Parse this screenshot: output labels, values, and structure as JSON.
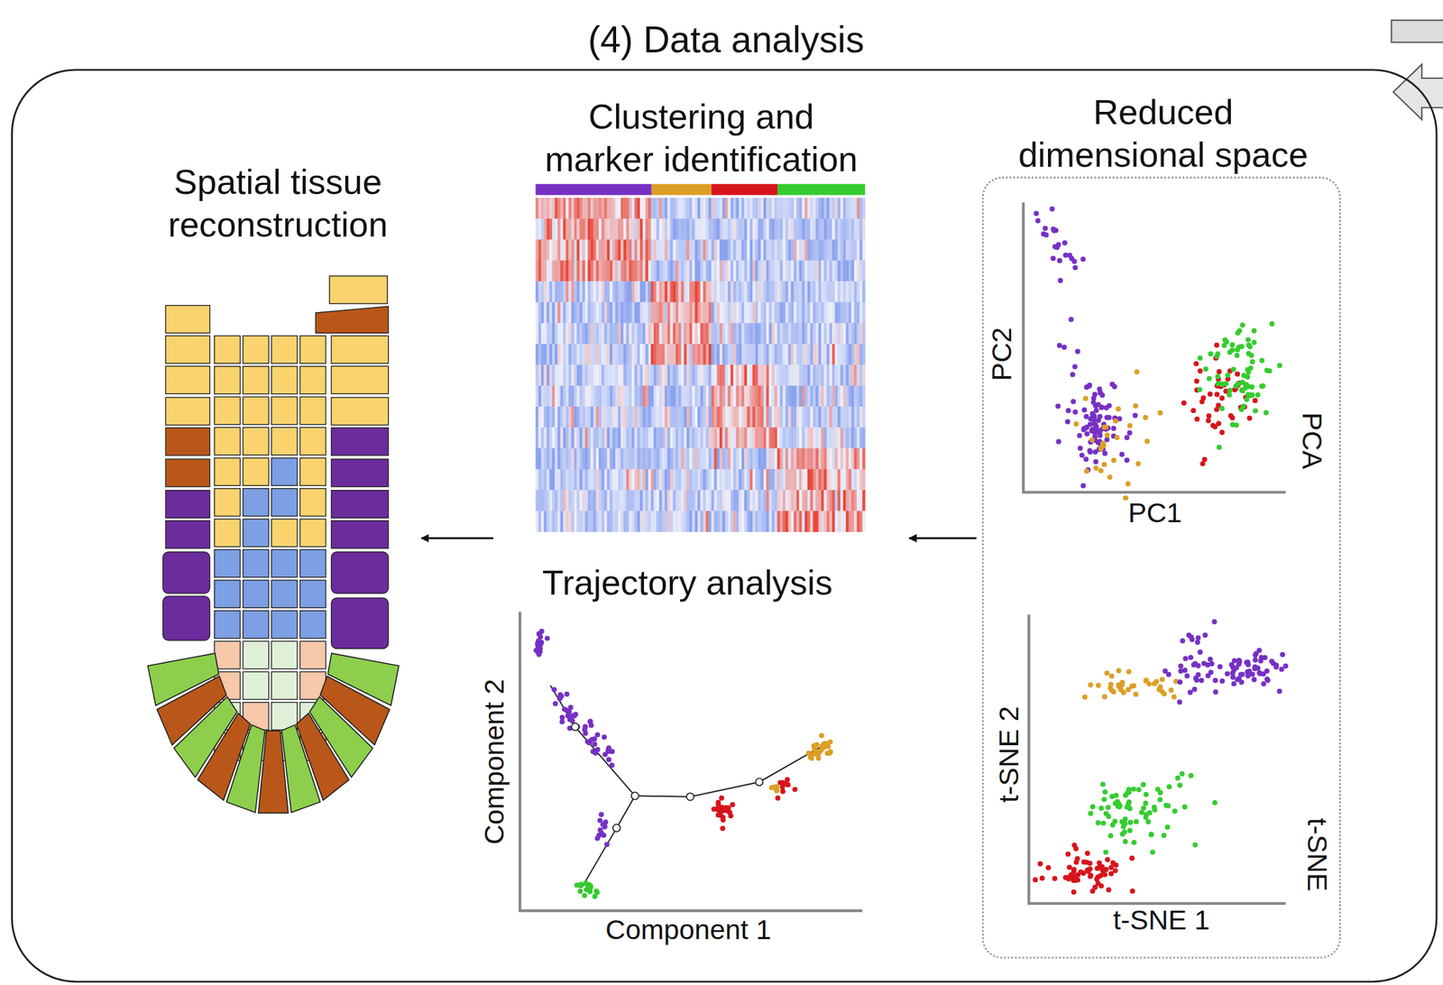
{
  "diagram": {
    "nodes": [
      {
        "text": [
          "(4) Data analysis"
        ]
      },
      {
        "text": [
          "Spatial tissue reconstruction"
        ],
        "in": 0
      },
      {
        "text": [
          "Clustering and marker identification"
        ],
        "in": 0
      },
      {
        "text": [
          "Trajectory analysis"
        ],
        "in": 0
      },
      {
        "text": [
          "Reduced dimensional space"
        ],
        "in": 0
      },
      {
        "text": [
          "PCA"
        ],
        "in": 4
      },
      {
        "text": [
          "t-SNE"
        ],
        "in": 4
      }
    ],
    "edges": [
      {
        "from": 4,
        "to": 2,
        "arrow": "to"
      },
      {
        "from": 2,
        "to": 1,
        "arrow": "to"
      }
    ],
    "labels": [
      "PC2",
      "PC1",
      "t-SNE 2",
      "t-SNE 1",
      "Component 2",
      "Component 1"
    ]
  }
}
